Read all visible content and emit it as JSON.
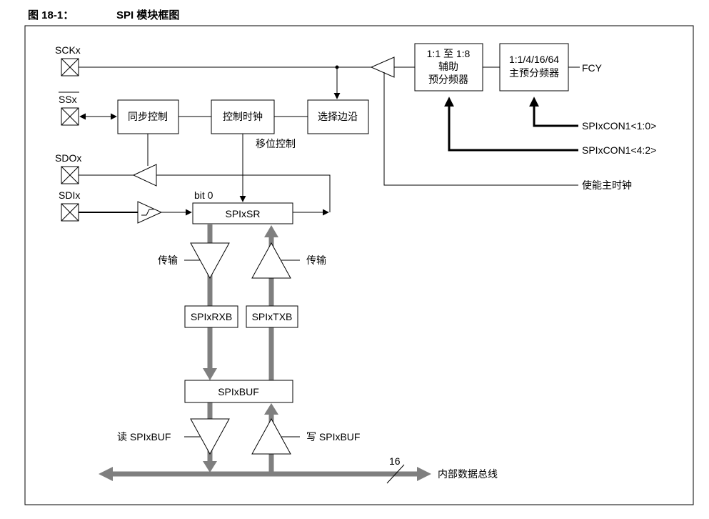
{
  "figure": {
    "number": "图 18-1：",
    "title": "SPI 模块框图"
  },
  "pins": {
    "sck": "SCKx",
    "ss": "SSx",
    "sdo": "SDOx",
    "sdi": "SDIx"
  },
  "blocks": {
    "prescaler_secondary_1": "1:1 至 1:8",
    "prescaler_secondary_2": "辅助",
    "prescaler_secondary_3": "预分频器",
    "prescaler_primary_1": "1:1/4/16/64",
    "prescaler_primary_2": "主预分频器",
    "sync_control": "同步控制",
    "clock_control": "控制时钟",
    "edge_select": "选择边沿",
    "spixsr": "SPIxSR",
    "spixrxb": "SPIxRXB",
    "spixtxb": "SPIxTXB",
    "spixbuf": "SPIxBUF"
  },
  "labels": {
    "fcy": "FCY",
    "spixcon1_low": "SPIxCON1<1:0>",
    "spixcon1_high": "SPIxCON1<4:2>",
    "master_clock_enable": "使能主时钟",
    "shift_control": "移位控制",
    "bit0": "bit 0",
    "transfer_left": "传输",
    "transfer_right": "传输",
    "read_buf": "读 SPIxBUF",
    "write_buf": "写 SPIxBUF",
    "bus_width": "16",
    "internal_bus": "内部数据总线"
  }
}
